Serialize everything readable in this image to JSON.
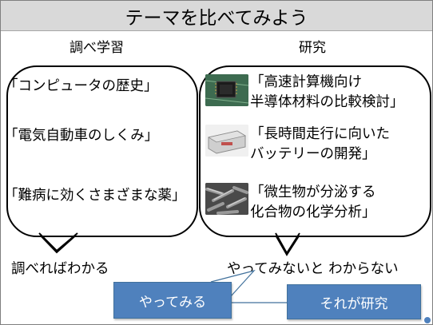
{
  "title": "テーマを比べてみよう",
  "left_column": {
    "heading": "調べ学習",
    "items": [
      "「コンピュータの歴史」",
      "「電気自動車のしくみ」",
      "「難病に効くさまざまな薬」"
    ],
    "caption": "調べればわかる"
  },
  "right_column": {
    "heading": "研究",
    "items": [
      {
        "line1": "「高速計算機向け",
        "line2": "半導体材料の比較検討」",
        "icon": "microchip-icon"
      },
      {
        "line1": "「長時間走行に向いた",
        "line2": "バッテリーの開発」",
        "icon": "battery-icon"
      },
      {
        "line1": "「微生物が分泌する",
        "line2": "化合物の化学分析」",
        "icon": "microbe-icon"
      }
    ],
    "caption": "やってみないと わからない"
  },
  "buttons": {
    "try": "やってみる",
    "research": "それが研究"
  },
  "colors": {
    "title_bg": "#d9d9d9",
    "button_bg": "#4f81bd"
  }
}
